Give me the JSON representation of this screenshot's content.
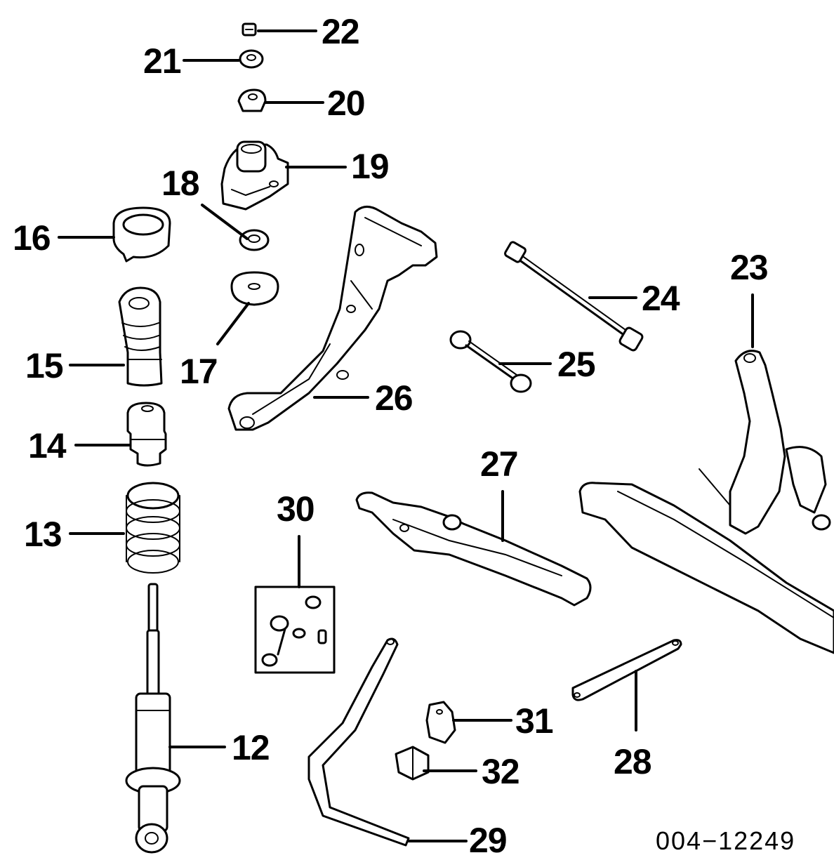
{
  "callouts": [
    "22",
    "21",
    "20",
    "19",
    "18",
    "16",
    "17",
    "15",
    "14",
    "13",
    "12",
    "23",
    "24",
    "25",
    "26",
    "27",
    "30",
    "28",
    "31",
    "32",
    "29"
  ],
  "diagram_code": "004−12249"
}
